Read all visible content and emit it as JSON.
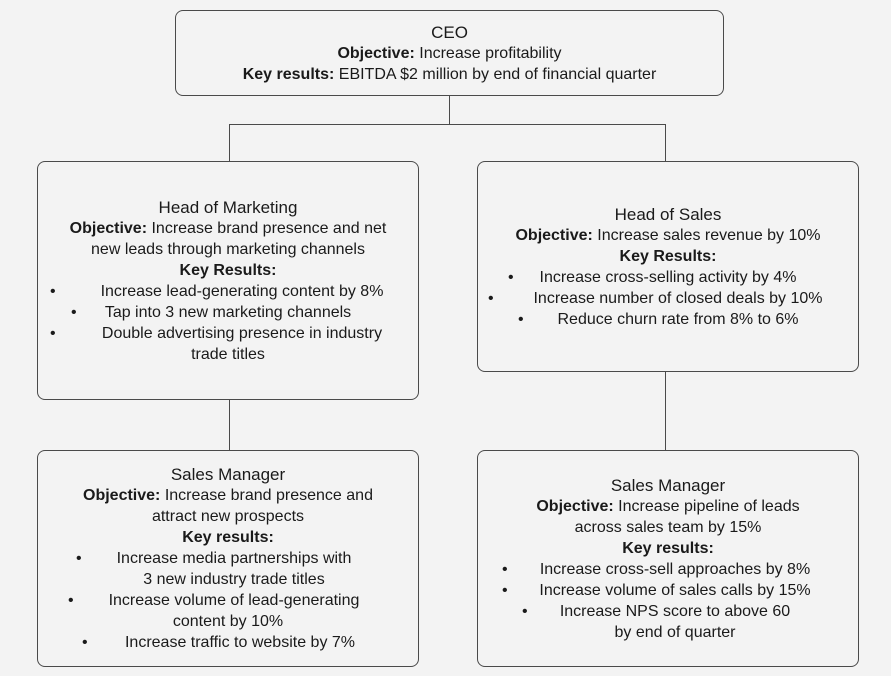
{
  "ceo": {
    "title": "CEO",
    "objective_label": "Objective:",
    "objective": "Increase profitability",
    "kr_label": "Key results:",
    "kr": "EBITDA $2 million by end of financial quarter"
  },
  "marketing": {
    "title": "Head of Marketing",
    "objective_label": "Objective:",
    "objective_line1": "Increase brand presence and net",
    "objective_line2": "new leads through marketing channels",
    "kr_label": "Key Results:",
    "bullets": [
      "Increase lead-generating content by 8%",
      "Tap into 3 new marketing channels",
      "Double advertising presence in industry",
      "trade titles"
    ]
  },
  "sales": {
    "title": "Head of Sales",
    "objective_label": "Objective:",
    "objective": "Increase sales revenue by 10%",
    "kr_label": "Key Results:",
    "bullets": [
      "Increase cross-selling activity by 4%",
      "Increase number of closed deals by 10%",
      "Reduce churn rate from 8% to 6%"
    ]
  },
  "sm_left": {
    "title": "Sales Manager",
    "objective_label": "Objective:",
    "objective_line1": "Increase brand presence and",
    "objective_line2": "attract new prospects",
    "kr_label": "Key results:",
    "bullets": [
      "Increase media partnerships with",
      "3 new industry trade titles",
      "Increase volume of lead-generating",
      "content by 10%",
      "Increase traffic to website by 7%"
    ]
  },
  "sm_right": {
    "title": "Sales Manager",
    "objective_label": "Objective:",
    "objective_line1": "Increase pipeline of leads",
    "objective_line2": "across sales team by 15%",
    "kr_label": "Key results:",
    "bullets": [
      "Increase cross-sell approaches by 8%",
      "Increase volume of sales calls by 15%",
      "Increase NPS score to above 60",
      "by end of quarter"
    ]
  },
  "bullet_char": "•"
}
